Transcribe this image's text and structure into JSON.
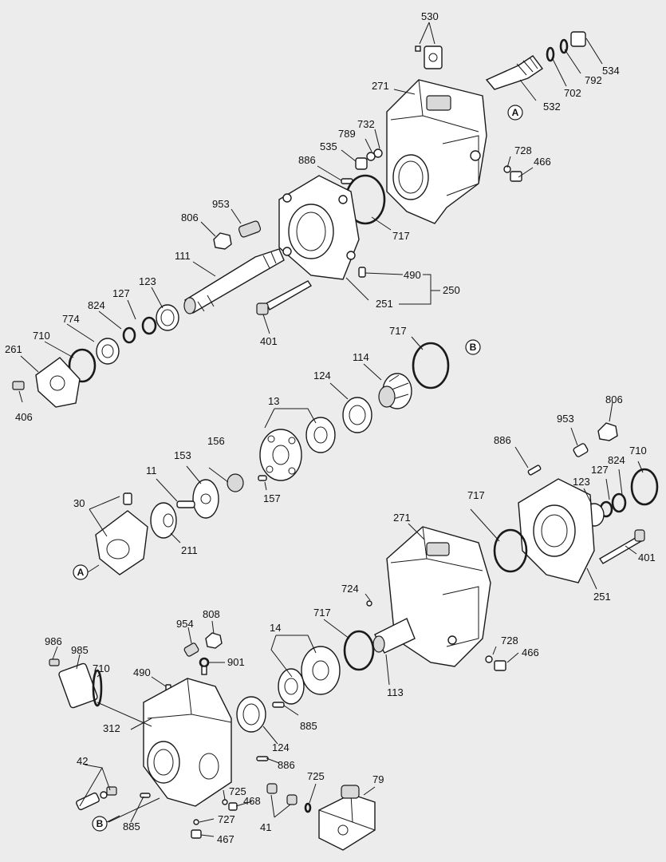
{
  "labels": {
    "l530": "530",
    "l534": "534",
    "l792": "792",
    "l702": "702",
    "l532": "532",
    "l271a": "271",
    "l728a": "728",
    "l466a": "466",
    "l732": "732",
    "l789": "789",
    "l535": "535",
    "l886a": "886",
    "l953a": "953",
    "l806a": "806",
    "l717a": "717",
    "l111": "111",
    "l490a": "490",
    "l250": "250",
    "l251a": "251",
    "l123a": "123",
    "l127a": "127",
    "l824a": "824",
    "l774": "774",
    "l710a": "710",
    "l261": "261",
    "l406": "406",
    "l401a": "401",
    "l717b": "717",
    "l114": "114",
    "l124a": "124",
    "l13": "13",
    "l156": "156",
    "l153": "153",
    "l11": "11",
    "l30": "30",
    "l157": "157",
    "l211": "211",
    "l806b": "806",
    "l953b": "953",
    "l886b": "886",
    "l710b": "710",
    "l824b": "824",
    "l127b": "127",
    "l123b": "123",
    "l717c": "717",
    "l271b": "271",
    "l401b": "401",
    "l251b": "251",
    "l724": "724",
    "l728b": "728",
    "l466b": "466",
    "l717d": "717",
    "l113": "113",
    "l954": "954",
    "l808": "808",
    "l901": "901",
    "l14": "14",
    "l986": "986",
    "l985": "985",
    "l710c": "710",
    "l490b": "490",
    "l312": "312",
    "l885a": "885",
    "l124b": "124",
    "l886c": "886",
    "l42": "42",
    "l725a": "725",
    "l468": "468",
    "l727": "727",
    "l467": "467",
    "l41": "41",
    "l725b": "725",
    "l79": "79",
    "l885b": "885"
  },
  "markers": {
    "A": "A",
    "B": "B"
  }
}
